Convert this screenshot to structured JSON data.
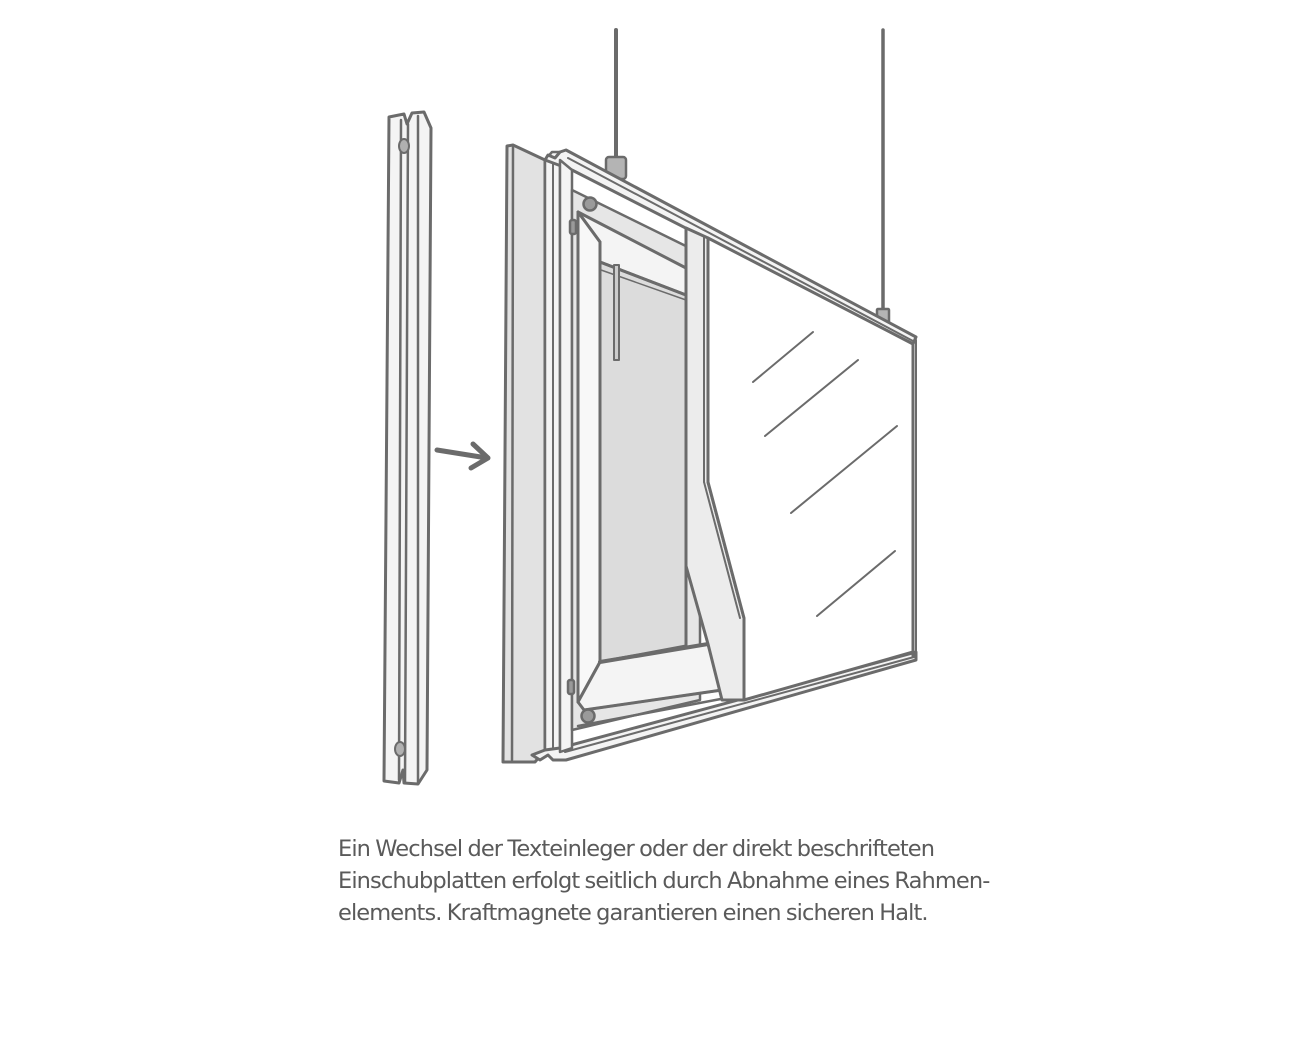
{
  "figure": {
    "description": "Exploded view of a hanging display frame: a side frame element (rail) is removed and slid in from the left, showing text insert panels and magnets.",
    "colors": {
      "stroke": "#6b6b6b",
      "frame_fill": "#f4f4f4",
      "shade_fill": "#e2e2e2",
      "panel_fill": "#dcdcdc",
      "magnet_fill": "#9a9a9a",
      "glass_fill": "#ffffff",
      "caption_text": "#5a5a5a"
    },
    "parts": [
      {
        "id": "side-rail",
        "label": "removable frame element"
      },
      {
        "id": "arrow",
        "label": "insertion direction arrow",
        "direction": "right"
      },
      {
        "id": "frame",
        "label": "display frame"
      },
      {
        "id": "insert-panel",
        "label": "text insert / slide-in panel"
      },
      {
        "id": "magnets",
        "label": "power magnets",
        "count": 4
      },
      {
        "id": "glass",
        "label": "transparent cover plate"
      },
      {
        "id": "hanging-cables",
        "label": "suspension cables",
        "count": 2
      }
    ]
  },
  "caption": {
    "lines": [
      "Ein Wechsel der Texteinleger oder der direkt beschrifteten",
      "Einschubplatten erfolgt seitlich durch Abnahme eines Rahmen-",
      "elements. Kraftmagnete garantieren einen sicheren Halt."
    ]
  }
}
